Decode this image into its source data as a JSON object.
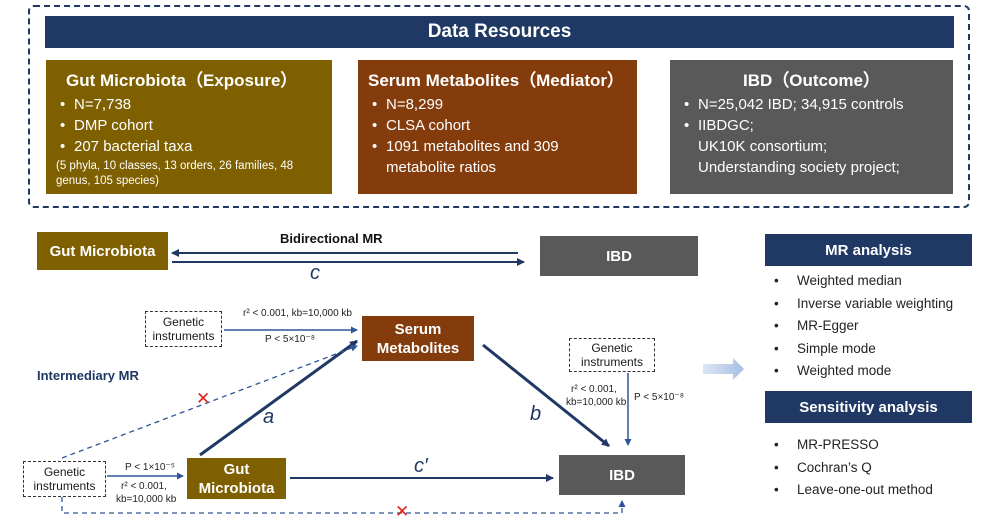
{
  "data_resources": {
    "header": "Data Resources",
    "gut": {
      "title": "Gut Microbiota（Exposure）",
      "items": [
        "N=7,738",
        "DMP cohort",
        "207 bacterial taxa"
      ],
      "note": "(5 phyla, 10 classes, 13 orders, 26 families, 48 genus, 105 species)"
    },
    "serum": {
      "title": "Serum Metabolites（Mediator）",
      "items": [
        "N=8,299",
        "CLSA cohort",
        "1091 metabolites and 309 metabolite ratios"
      ]
    },
    "ibd": {
      "title": "IBD（Outcome）",
      "items": [
        "N=25,042 IBD; 34,915 controls",
        "IIBDGC;"
      ],
      "extra": [
        "UK10K consortium;",
        "Understanding society project;"
      ]
    }
  },
  "diagram": {
    "gut_microbiota_top": "Gut Microbiota",
    "ibd_top": "IBD",
    "bidirectional_label": "Bidirectional MR",
    "path_c": "c",
    "path_a": "a",
    "path_b": "b",
    "path_c_prime": "c′",
    "intermediary_label": "Intermediary MR",
    "serum_node": "Serum Metabolites",
    "gut_microbiota_bottom": "Gut Microbiota",
    "ibd_bottom": "IBD",
    "genetic_instruments": "Genetic instruments",
    "cross_mark": "✕",
    "labels": {
      "gi1_r2": "r² < 0.001,  kb=10,000 kb",
      "gi1_p": "P < 5×10⁻⁸",
      "gi2_r2_line1": "r² < 0.001,",
      "gi2_r2_line2": "kb=10,000 kb",
      "gi2_p": "P < 5×10⁻⁸",
      "gi3_p": "P < 1×10⁻⁵",
      "gi3_r2_line1": "r² < 0.001,",
      "gi3_r2_line2": "kb=10,000 kb"
    }
  },
  "mr_analysis": {
    "header": "MR analysis",
    "methods": [
      "Weighted median",
      "Inverse variable weighting",
      "MR-Egger",
      "Simple mode",
      "Weighted mode"
    ]
  },
  "sensitivity_analysis": {
    "header": "Sensitivity analysis",
    "methods": [
      "MR-PRESSO",
      "Cochran’s Q",
      "Leave-one-out method"
    ]
  },
  "colors": {
    "navy": "#1f3864",
    "gut": "#7f6000",
    "serum": "#843c0c",
    "ibd": "#595959",
    "cross": "#e02020"
  }
}
